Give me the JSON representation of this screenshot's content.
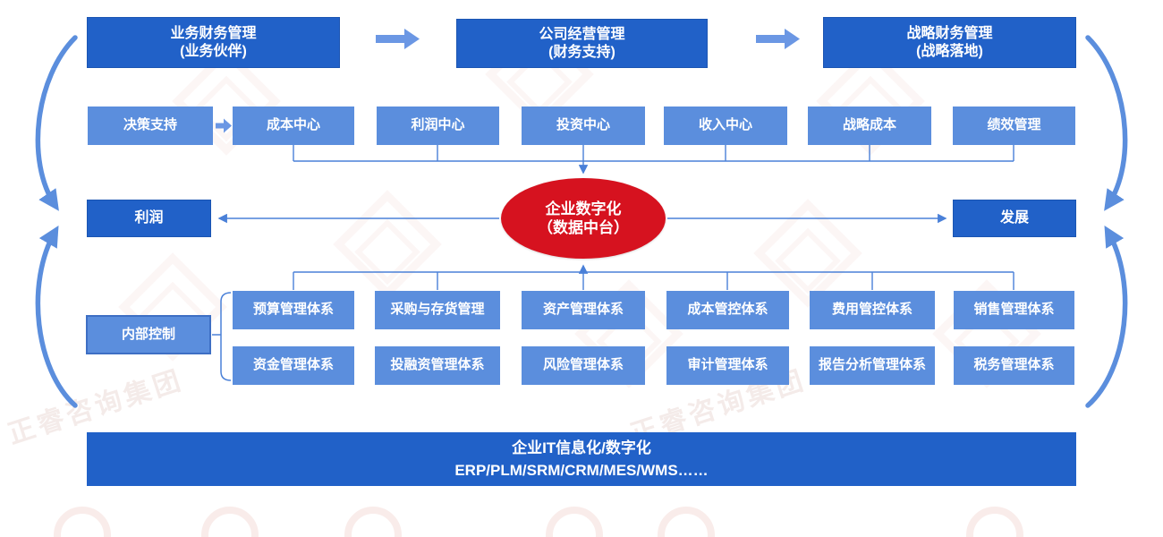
{
  "top_flow": {
    "boxes": [
      {
        "line1": "业务财务管理",
        "line2": "(业务伙伴)"
      },
      {
        "line1": "公司经营管理",
        "line2": "(财务支持)"
      },
      {
        "line1": "战略财务管理",
        "line2": "(战略落地)"
      }
    ]
  },
  "center_row": {
    "lead": "决策支持",
    "centers": [
      "成本中心",
      "利润中心",
      "投资中心",
      "收入中心",
      "战略成本",
      "绩效管理"
    ]
  },
  "hub": {
    "line1": "企业数字化",
    "line2": "（数据中台）"
  },
  "left_node": {
    "label": "利润"
  },
  "right_node": {
    "label": "发展"
  },
  "internal_control": {
    "label": "内部控制"
  },
  "systems": {
    "row1": [
      "预算管理体系",
      "采购与存货管理",
      "资产管理体系",
      "成本管控体系",
      "费用管控体系",
      "销售管理体系"
    ],
    "row2": [
      "资金管理体系",
      "投融资管理体系",
      "风险管理体系",
      "审计管理体系",
      "报告分析管理体系",
      "税务管理体系"
    ]
  },
  "bottom_banner": {
    "line1": "企业IT信息化/数字化",
    "line2": "ERP/PLM/SRM/CRM/MES/WMS……"
  },
  "watermark": {
    "text": "正睿咨询集团"
  },
  "colors": {
    "primary_dark_blue": "#2161c8",
    "primary_mid_blue": "#5b8edd",
    "connector_blue": "#4a80d8",
    "hub_red": "#d6121f"
  }
}
